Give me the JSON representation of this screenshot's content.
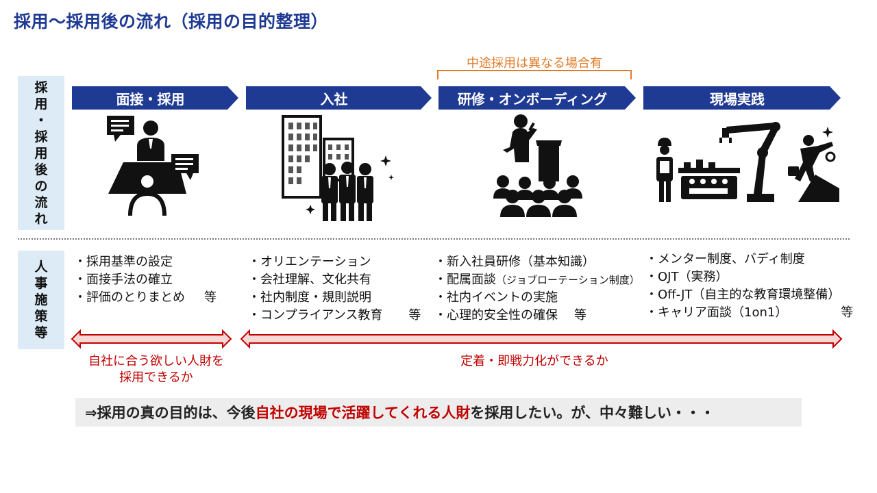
{
  "title": "採用～採用後の流れ（採用の目的整理）",
  "side_labels": {
    "flow": [
      "採",
      "用",
      "・",
      "採",
      "用",
      "後",
      "の",
      "流",
      "れ"
    ],
    "hr": [
      "人",
      "事",
      "施",
      "策",
      "等"
    ]
  },
  "orange_note": "中途採用は異なる場合有",
  "stages": [
    {
      "label": "面接・採用",
      "icon": "interview-icon"
    },
    {
      "label": "入社",
      "icon": "building-new-employees-icon"
    },
    {
      "label": "研修・オンボーディング",
      "icon": "seminar-presenter-icon"
    },
    {
      "label": "現場実践",
      "icon": "factory-worker-icon"
    }
  ],
  "bullets": {
    "col1": [
      "・採用基準の設定",
      "・面接手法の確立",
      "・評価のとりまとめ"
    ],
    "col1_etc": "等",
    "col2": [
      "・オリエンテーション",
      "・会社理解、文化共有",
      "・社内制度・規則説明",
      "・コンプライアンス教育"
    ],
    "col2_etc": "等",
    "col3": [
      "・新入社員研修（基本知識）",
      "・配属面談",
      "・社内イベントの実施",
      "・心理的安全性の確保"
    ],
    "col3_small": "（ジョブローテーション制度）",
    "col3_etc": "等",
    "col4": [
      "・メンター制度、バディ制度",
      "・OJT（実務）",
      "・Off-JT（自主的な教育環境整備）",
      "・キャリア面談（1on1）"
    ],
    "col4_etc": "等"
  },
  "red_notes": {
    "left": [
      "自社に合う欲しい人財を",
      "採用できるか"
    ],
    "right": "定着・即戦力化ができるか"
  },
  "conclusion": {
    "prefix": "⇒採用の真の目的は、今後",
    "highlight": "自社の現場で活躍してくれる人財",
    "suffix": "を採用したい。が、中々難しい・・・"
  },
  "colors": {
    "title": "#1F3A93",
    "stage_arrow": "#1F3A93",
    "side_label_bg": "#DDEBF7",
    "orange": "#E07B29",
    "red": "#C00000",
    "red_arrow_fill": "#F8D7D7",
    "conclusion_bg": "#EDEDED"
  }
}
